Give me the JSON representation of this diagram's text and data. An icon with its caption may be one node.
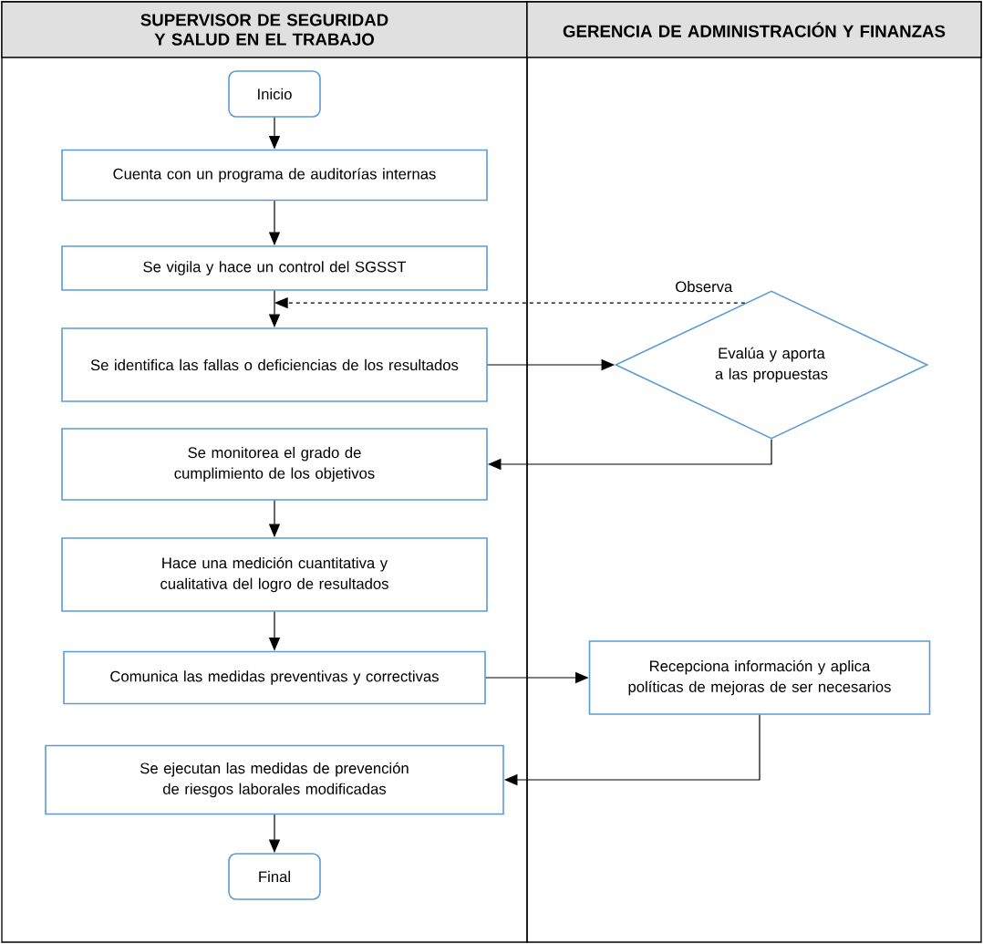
{
  "diagram": {
    "nodes": [
      {
        "text": [
          "SUPERVISOR DE SEGURIDAD Y SALUD EN EL TRABAJO"
        ]
      },
      {
        "text": [
          "GERENCIA DE ADMINISTRACIÓN Y FINANZAS"
        ]
      },
      {
        "text": [
          "Inicio"
        ],
        "in": 0
      },
      {
        "text": [
          "Cuenta con un programa de auditorías internas"
        ],
        "in": 0
      },
      {
        "text": [
          "Se vigila y hace un control del SGSST"
        ],
        "in": 0
      },
      {
        "text": [
          "Se identifica las fallas o deficiencias de los resultados"
        ],
        "in": 0
      },
      {
        "text": [
          "Evalúa y aporta a las propuestas"
        ],
        "in": 1
      },
      {
        "text": [
          "Se monitorea el grado de cumplimiento de los objetivos"
        ],
        "in": 0
      },
      {
        "text": [
          "Hace una medición cuantitativa y cualitativa del logro de resultados"
        ],
        "in": 0
      },
      {
        "text": [
          "Comunica las medidas preventivas y correctivas"
        ],
        "in": 0
      },
      {
        "text": [
          "Recepciona información y aplica políticas de mejoras de ser necesarios"
        ],
        "in": 1
      },
      {
        "text": [
          "Se ejecutan las medidas de prevención de riesgos laborales modificadas"
        ],
        "in": 0
      },
      {
        "text": [
          "Final"
        ],
        "in": 0
      }
    ],
    "edges": [
      {
        "from": 2,
        "to": 3,
        "arrow": "to"
      },
      {
        "from": 3,
        "to": 4,
        "arrow": "to"
      },
      {
        "from": 4,
        "to": 5,
        "arrow": "to"
      },
      {
        "from": 6,
        "to": 4,
        "arrow": "to",
        "style": "dashed",
        "label": "Observa"
      },
      {
        "from": 5,
        "to": 6,
        "arrow": "to"
      },
      {
        "from": 6,
        "to": 7,
        "arrow": "to"
      },
      {
        "from": 7,
        "to": 8,
        "arrow": "to"
      },
      {
        "from": 8,
        "to": 9,
        "arrow": "to"
      },
      {
        "from": 9,
        "to": 10,
        "arrow": "to"
      },
      {
        "from": 10,
        "to": 11,
        "arrow": "to"
      },
      {
        "from": 11,
        "to": 12,
        "arrow": "to"
      }
    ]
  }
}
